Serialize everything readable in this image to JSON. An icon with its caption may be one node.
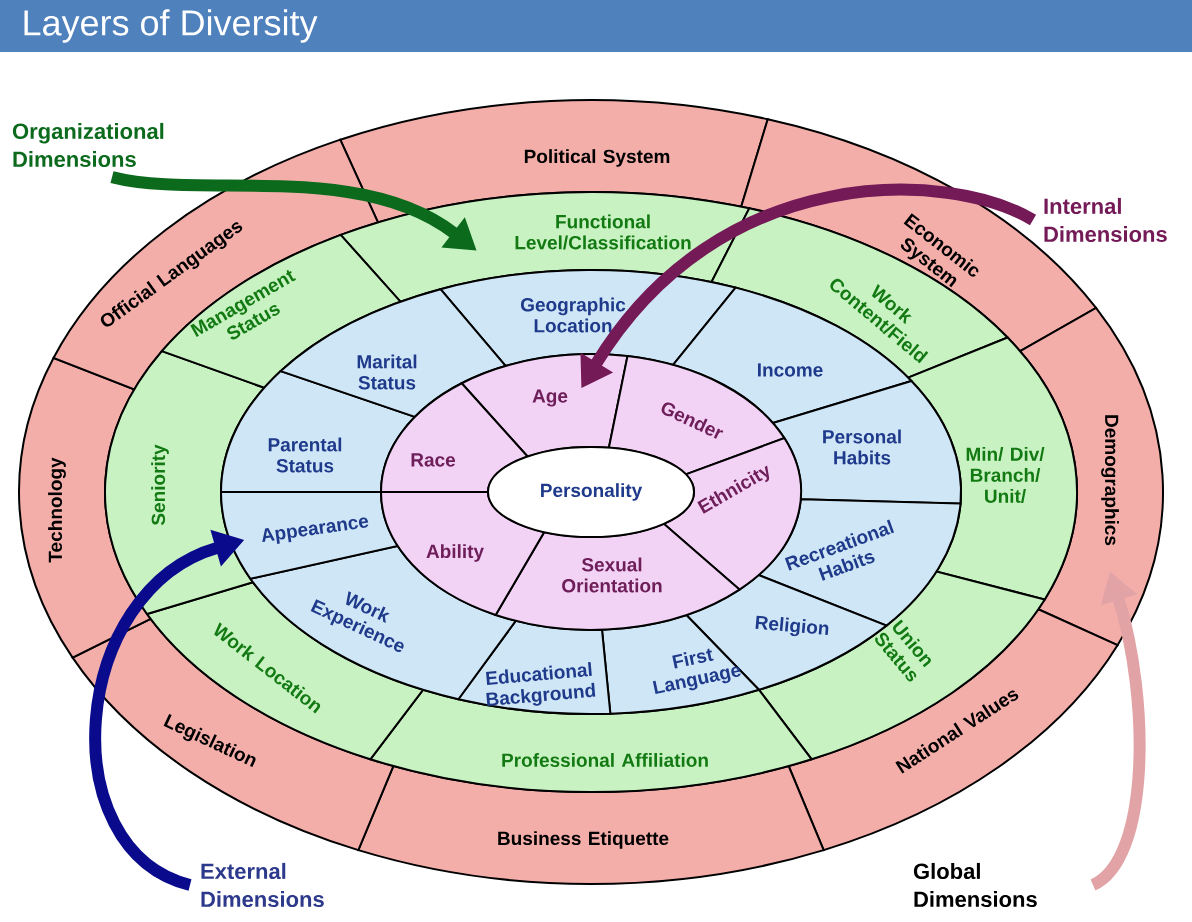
{
  "diagram": {
    "title": "Layers of Diversity",
    "nodes": [
      {
        "text": [
          "Organizational Dimensions"
        ]
      },
      {
        "text": [
          "Internal Dimensions"
        ]
      },
      {
        "text": [
          "Political System"
        ]
      },
      {
        "text": [
          "Economic System"
        ]
      },
      {
        "text": [
          "Demographics"
        ]
      },
      {
        "text": [
          "National Values"
        ]
      },
      {
        "text": [
          "Business Etiquette"
        ]
      },
      {
        "text": [
          "Legislation"
        ]
      },
      {
        "text": [
          "Technology"
        ]
      },
      {
        "text": [
          "Official Languages"
        ]
      },
      {
        "text": [
          "Functional Level/Classification"
        ]
      },
      {
        "text": [
          "Work Content/Field"
        ]
      },
      {
        "text": [
          "Min/ Div/ Branch/ Unit/"
        ]
      },
      {
        "text": [
          "Union Status"
        ]
      },
      {
        "text": [
          "Professional Affiliation"
        ]
      },
      {
        "text": [
          "Work Location"
        ]
      },
      {
        "text": [
          "Seniority"
        ]
      },
      {
        "text": [
          "Management Status"
        ]
      },
      {
        "text": [
          "Geographic Location"
        ]
      },
      {
        "text": [
          "Income"
        ]
      },
      {
        "text": [
          "Personal Habits"
        ]
      },
      {
        "text": [
          "Recreational Habits"
        ]
      },
      {
        "text": [
          "Religion"
        ]
      },
      {
        "text": [
          "First Language"
        ]
      },
      {
        "text": [
          "Educational Background"
        ]
      },
      {
        "text": [
          "Work Experience"
        ]
      },
      {
        "text": [
          "Appearance"
        ]
      },
      {
        "text": [
          "Parental Status"
        ]
      },
      {
        "text": [
          "Marital Status"
        ]
      },
      {
        "text": [
          "Age"
        ]
      },
      {
        "text": [
          "Gender"
        ]
      },
      {
        "text": [
          "Ethnicity"
        ]
      },
      {
        "text": [
          "Sexual Orientation"
        ]
      },
      {
        "text": [
          "Ability"
        ]
      },
      {
        "text": [
          "Race"
        ]
      },
      {
        "text": [
          "Personality"
        ]
      },
      {
        "text": [
          "External Dimensions"
        ]
      },
      {
        "text": [
          "Global Dimensions"
        ]
      }
    ],
    "edges": [
      {
        "from": 0,
        "to": 10,
        "arrow": "to",
        "color": "#0b6a1c"
      },
      {
        "from": 1,
        "to": 29,
        "arrow": "to",
        "color": "#741a57"
      },
      {
        "from": 36,
        "to": 26,
        "arrow": "to",
        "color": "#0a0a8c"
      },
      {
        "from": 37,
        "to": 4,
        "arrow": "to",
        "color": "#e2a3a6"
      }
    ]
  }
}
